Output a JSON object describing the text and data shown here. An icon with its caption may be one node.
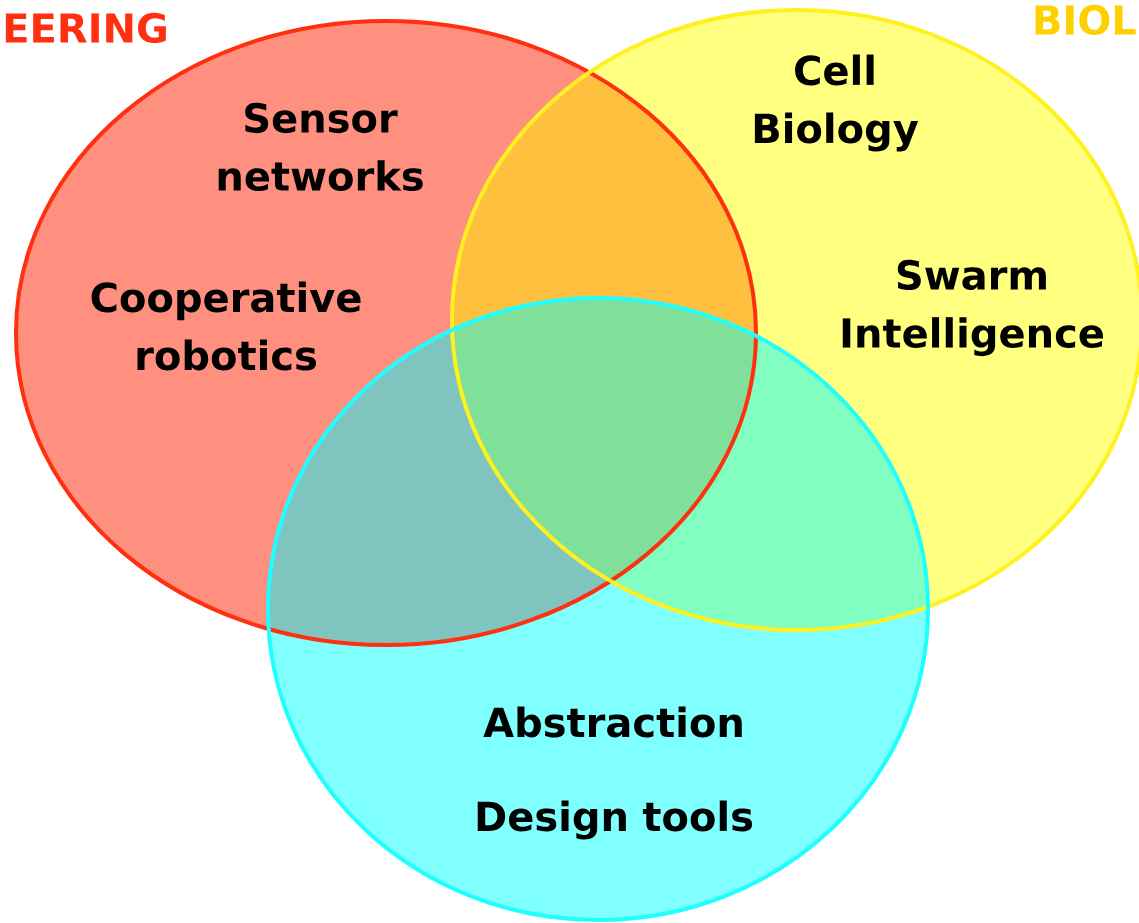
{
  "diagram": {
    "nodes": [
      {
        "text": [
          "EERING",
          "Sensor networks",
          "Cooperative robotics"
        ]
      },
      {
        "text": [
          "BIOL",
          "Cell Biology",
          "Swarm Intelligence"
        ]
      },
      {
        "text": [
          "Abstraction",
          "Design tools"
        ]
      }
    ]
  }
}
